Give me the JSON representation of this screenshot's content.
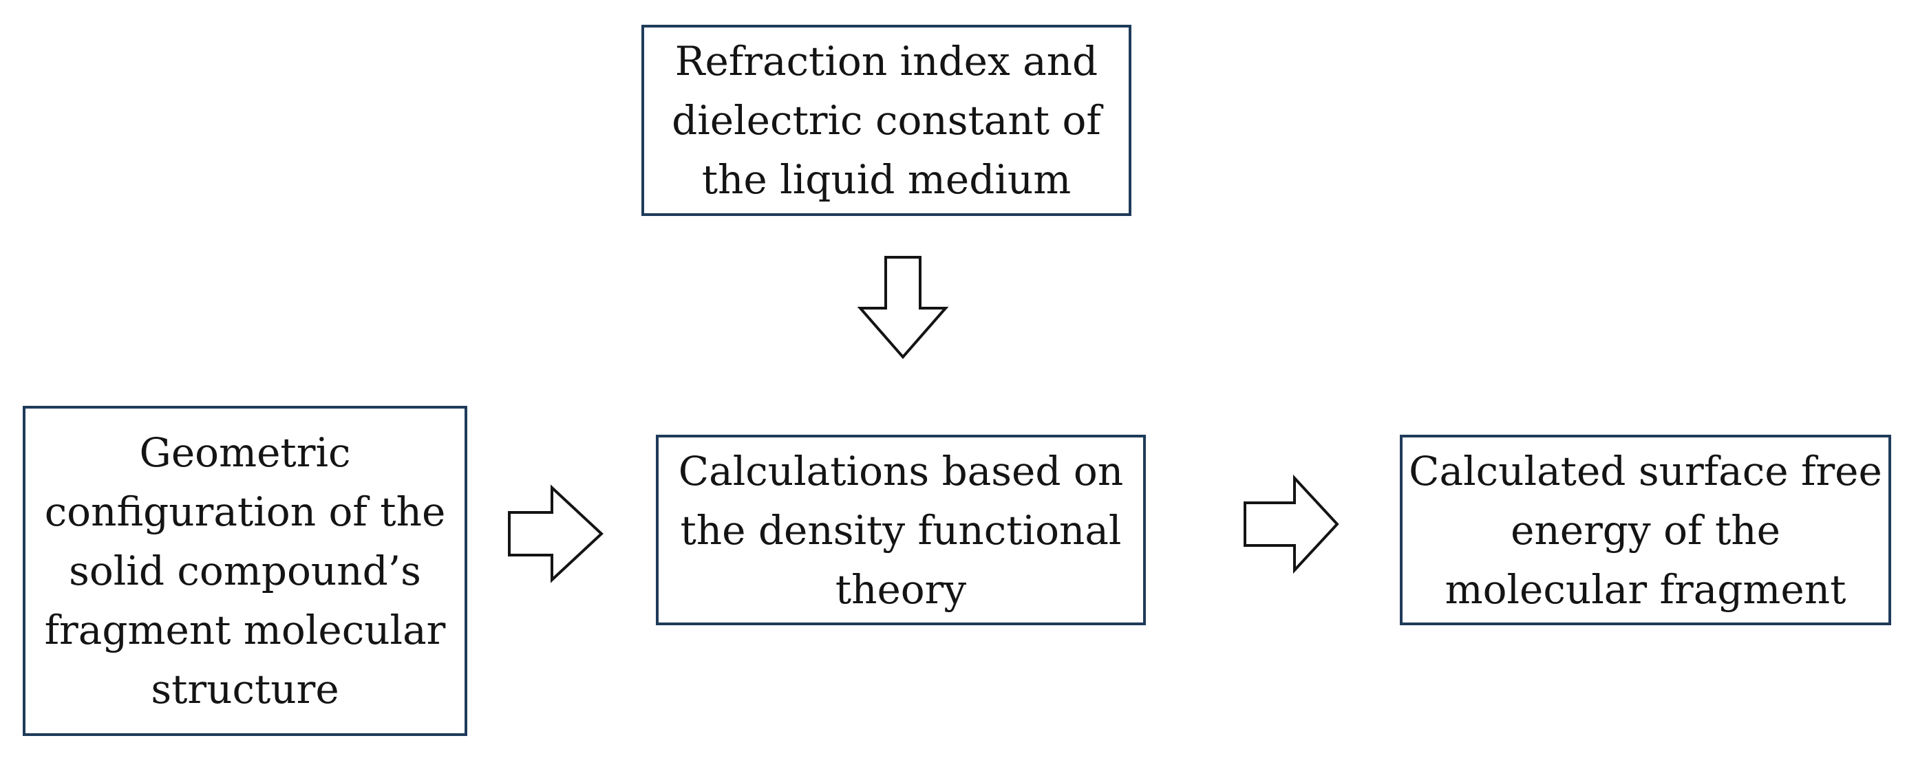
{
  "diagram": {
    "nodes": {
      "liquid_medium": {
        "text": "Refraction index and\ndielectric constant of\nthe liquid medium"
      },
      "fragment_structure": {
        "text": "Geometric\nconfiguration of the\nsolid compound’s\nfragment molecular\nstructure"
      },
      "dft_calculations": {
        "text": "Calculations based on\nthe density functional\ntheory"
      },
      "surface_free_energy": {
        "text": "Calculated surface free\nenergy of the\nmolecular fragment"
      }
    },
    "edges": [
      {
        "from": "liquid_medium",
        "to": "dft_calculations",
        "style": "hollow-block-arrow"
      },
      {
        "from": "fragment_structure",
        "to": "dft_calculations",
        "style": "hollow-block-arrow"
      },
      {
        "from": "dft_calculations",
        "to": "surface_free_energy",
        "style": "hollow-block-arrow"
      }
    ]
  },
  "colors": {
    "box_border": "#1f3b5a",
    "arrow_stroke": "#141414",
    "text": "#141414",
    "background": "#ffffff"
  }
}
